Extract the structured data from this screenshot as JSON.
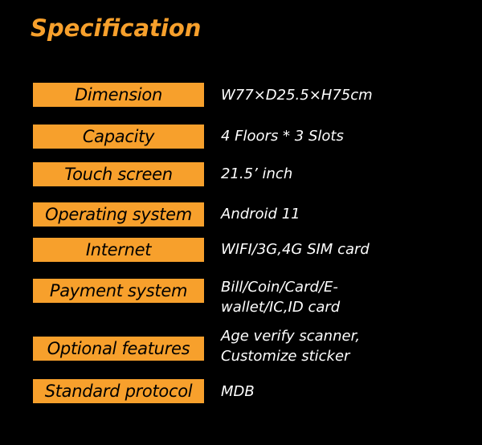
{
  "title": "Specification",
  "colors": {
    "background": "#000000",
    "accent": "#f7a02c",
    "label_text": "#000000",
    "value_text": "#ffffff"
  },
  "specs": [
    {
      "label": "Dimension",
      "lines": [
        "W77×D25.5×H75cm"
      ]
    },
    {
      "label": "Capacity",
      "lines": [
        "4 Floors * 3 Slots"
      ]
    },
    {
      "label": "Touch screen",
      "lines": [
        "21.5’ inch"
      ]
    },
    {
      "label": "Operating system",
      "lines": [
        "Android 11"
      ]
    },
    {
      "label": "Internet",
      "lines": [
        "WIFI/3G,4G SIM card"
      ]
    },
    {
      "label": "Payment system",
      "lines": [
        "Bill/Coin/Card/E-",
        "wallet/IC,ID card"
      ]
    },
    {
      "label": "Optional features",
      "lines": [
        "Age verify scanner,",
        "Customize sticker"
      ]
    },
    {
      "label": "Standard protocol",
      "lines": [
        "MDB"
      ]
    }
  ]
}
